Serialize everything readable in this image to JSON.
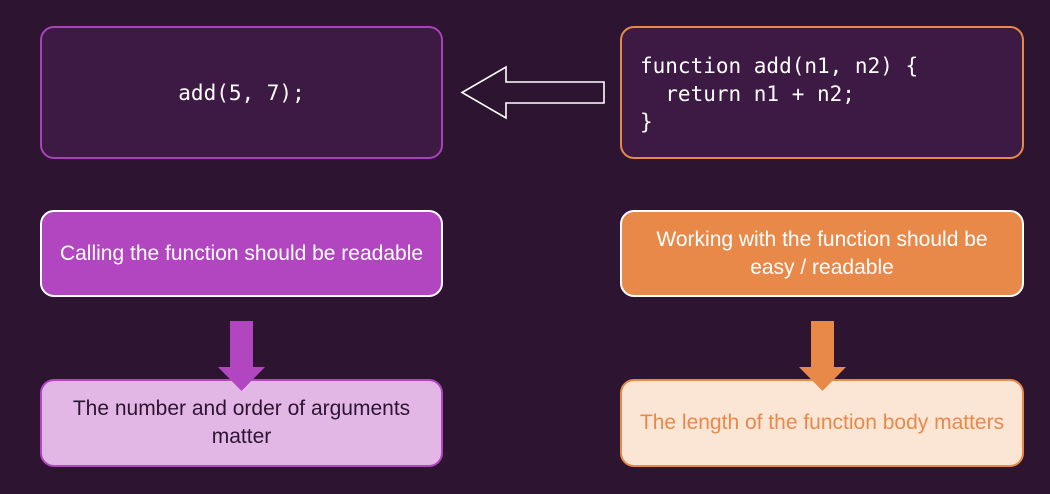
{
  "code_call": "add(5, 7);",
  "code_def": "function add(n1, n2) {\n  return n1 + n2;\n}",
  "left_statement": "Calling the function should be readable",
  "right_statement": "Working with the function should be easy / readable",
  "left_conclusion": "The number and order of arguments matter",
  "right_conclusion": "The length of the function body matters",
  "colors": {
    "background": "#2d1430",
    "purple": "#b245c0",
    "orange": "#e8894a",
    "light_purple": "#e2b7e6",
    "light_orange": "#fbe6d6"
  }
}
